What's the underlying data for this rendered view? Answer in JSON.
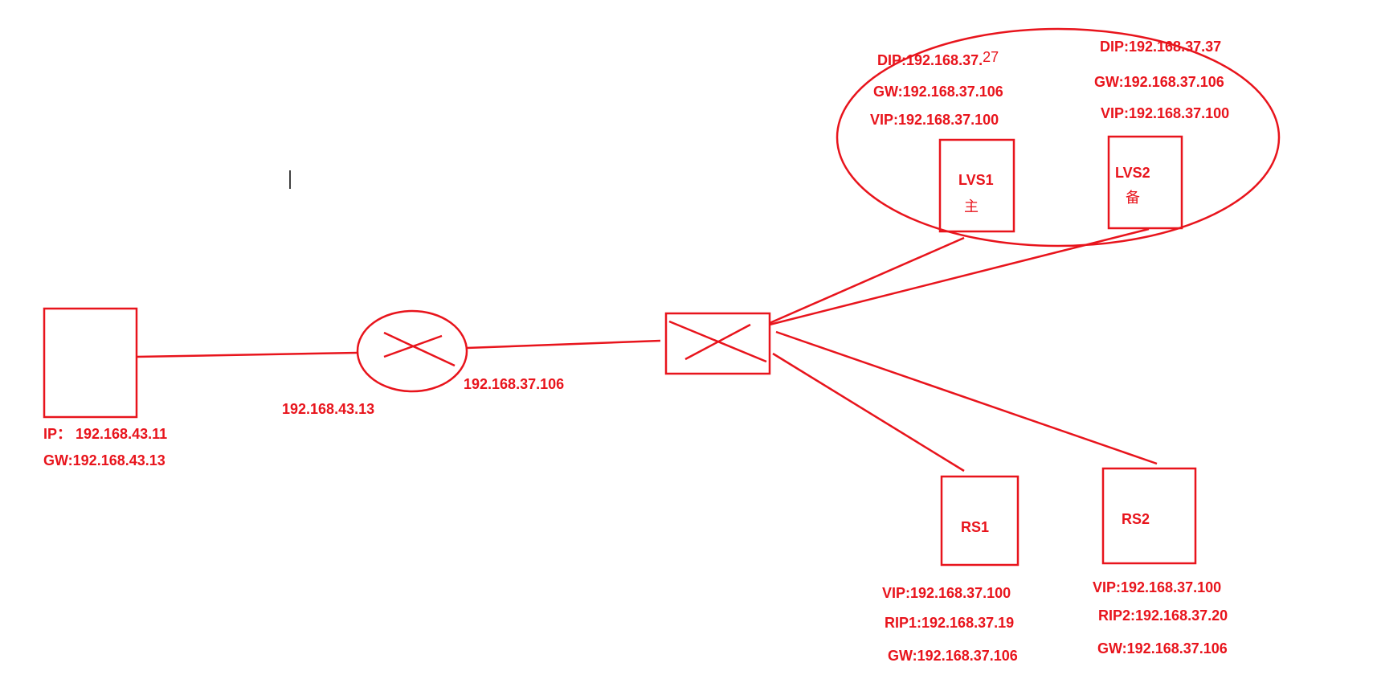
{
  "colors": {
    "ink": "#e8141c",
    "background": "#ffffff",
    "cursor": "#000000"
  },
  "client": {
    "ip": "IP： 192.168.43.11",
    "gw": "GW:192.168.43.13"
  },
  "router": {
    "left_ip": "192.168.43.13",
    "right_ip": "192.168.37.106"
  },
  "lvs1": {
    "name": "LVS1",
    "role": "主",
    "dip_prefix": "DIP:192.168.37.",
    "dip_suffix": "27",
    "gw": "GW:192.168.37.106",
    "vip": "VIP:192.168.37.100"
  },
  "lvs2": {
    "name": "LVS2",
    "role": "备",
    "dip": "DIP:192.168.37.37",
    "gw": "GW:192.168.37.106",
    "vip": "VIP:192.168.37.100"
  },
  "rs1": {
    "name": "RS1",
    "vip": "VIP:192.168.37.100",
    "rip": "RIP1:192.168.37.19",
    "gw": "GW:192.168.37.106"
  },
  "rs2": {
    "name": "RS2",
    "vip": "VIP:192.168.37.100",
    "rip": "RIP2:192.168.37.20",
    "gw": "GW:192.168.37.106"
  }
}
